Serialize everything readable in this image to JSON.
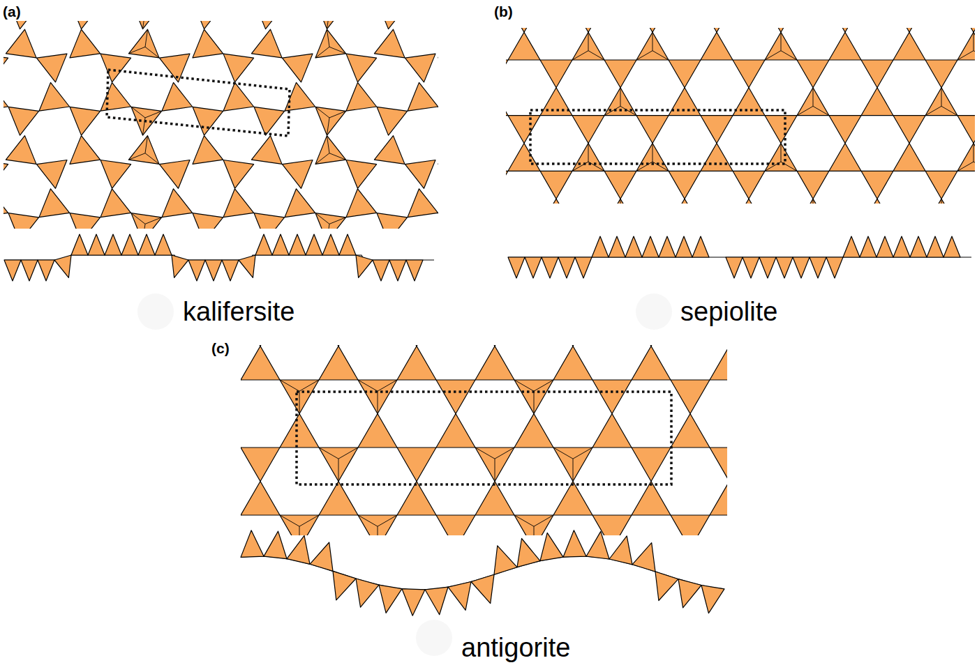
{
  "diagram": {
    "labels": [
      "(a)",
      "kalifersite",
      "(b)",
      "sepiolite",
      "(c)",
      "antigorite"
    ]
  }
}
